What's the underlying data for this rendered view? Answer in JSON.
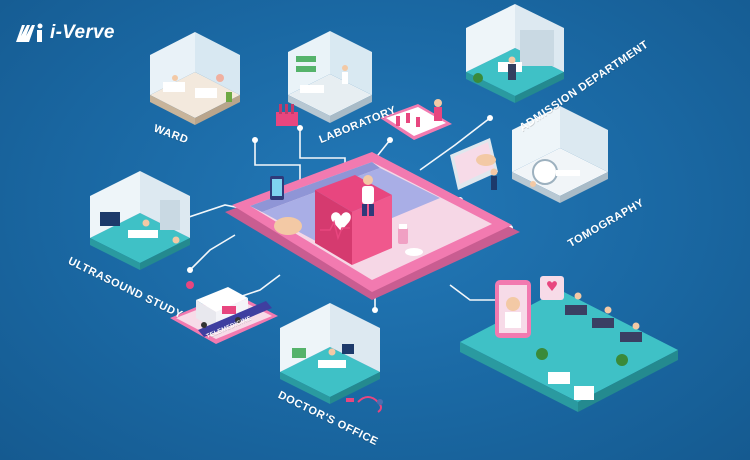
{
  "brand": {
    "name": "i-Verve"
  },
  "departments": {
    "ward": "WARD",
    "laboratory": "LABORATORY",
    "admission": "ADMISSION DEPARTMENT",
    "tomography": "TOMOGRAPHY",
    "ultrasound": "ULTRASOUND STUDY",
    "doctors_office": "DOCTOR'S OFFICE"
  },
  "ambulance_banner": "TELEMEDICINE",
  "colors": {
    "background": "#1b6aa6",
    "tablet": "#f27ab0",
    "tablet_screen": "#f6d7e6",
    "room_wall": "#e6f1f7",
    "floor": "#3fc1c6",
    "connector": "#ffffff"
  }
}
